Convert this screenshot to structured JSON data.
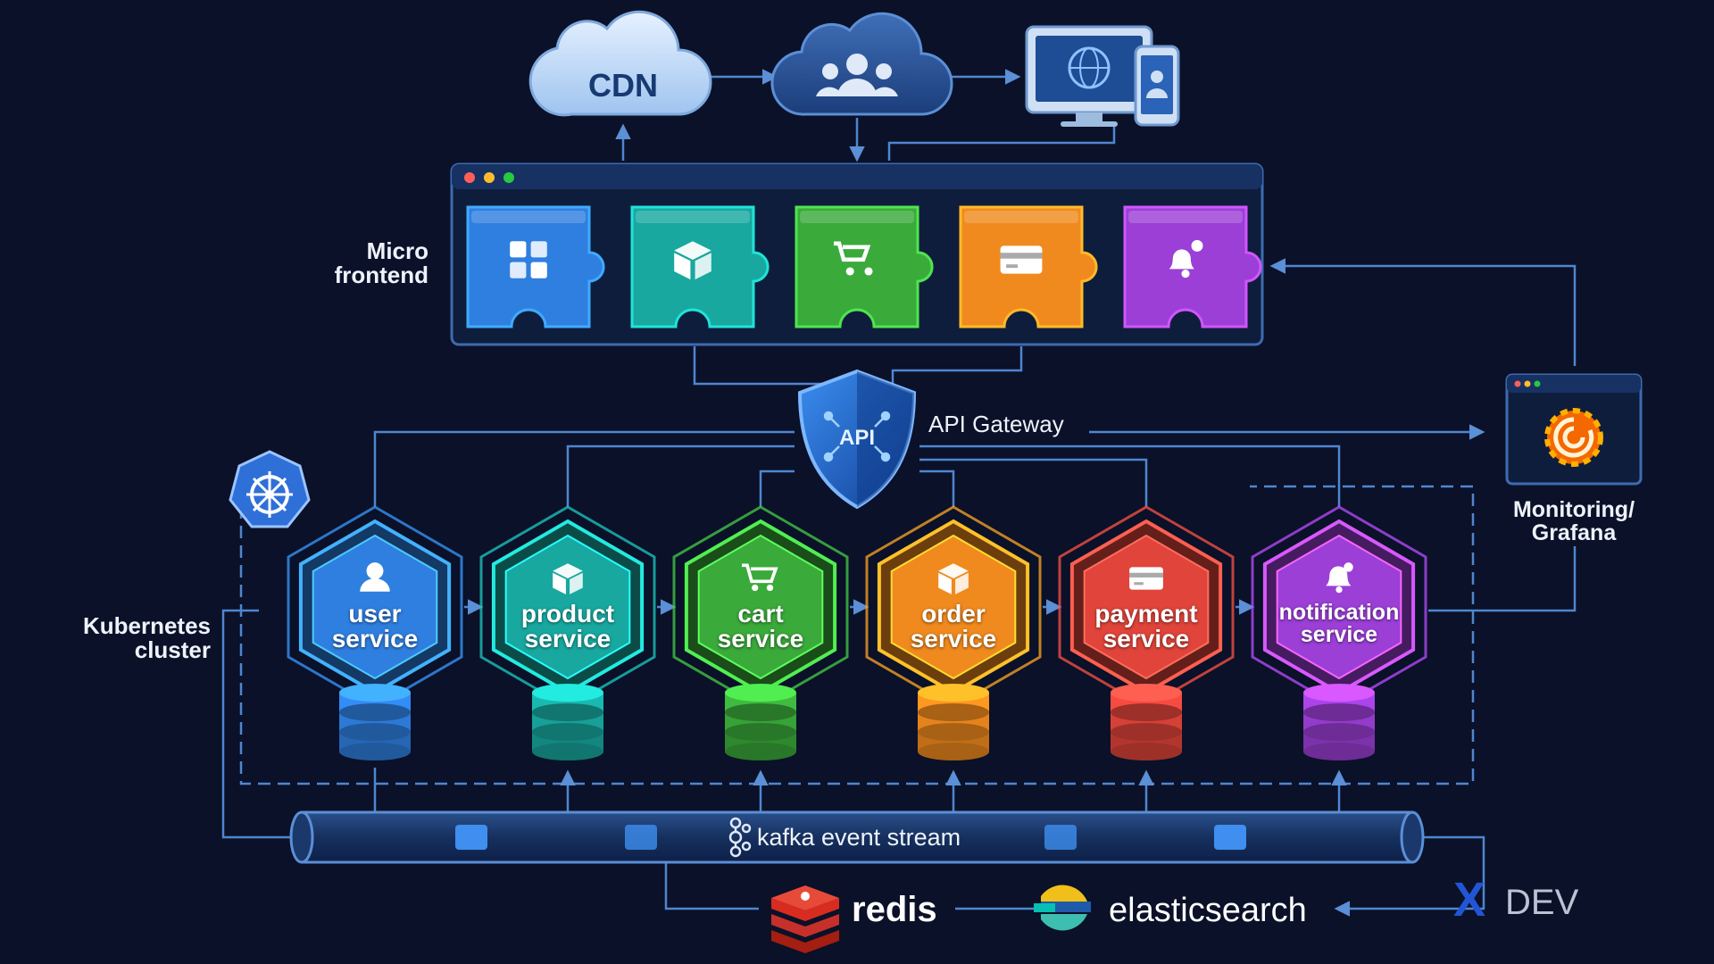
{
  "top": {
    "cdn_label": "CDN"
  },
  "micro_frontend": {
    "label_line1": "Micro",
    "label_line2": "frontend",
    "pieces": [
      {
        "icon": "puzzle-icon",
        "color": "#2f7fe0"
      },
      {
        "icon": "box-icon",
        "color": "#18a8a0"
      },
      {
        "icon": "cart-icon",
        "color": "#3aaa3a"
      },
      {
        "icon": "credit-card-icon",
        "color": "#f08a1e"
      },
      {
        "icon": "bell-icon",
        "color": "#9b3fd6"
      }
    ]
  },
  "gateway": {
    "shield_text": "API",
    "label": "API Gateway"
  },
  "kubernetes": {
    "label_line1": "Kubernetes",
    "label_line2": "cluster",
    "icon": "kubernetes-wheel-icon"
  },
  "services": [
    {
      "line1": "user",
      "line2": "service",
      "icon": "user-icon",
      "color": "#2f7fe0"
    },
    {
      "line1": "product",
      "line2": "service",
      "icon": "box-icon",
      "color": "#18a8a0"
    },
    {
      "line1": "cart",
      "line2": "service",
      "icon": "cart-icon",
      "color": "#3aaa3a"
    },
    {
      "line1": "order",
      "line2": "service",
      "icon": "box-icon",
      "color": "#f08a1e"
    },
    {
      "line1": "payment",
      "line2": "service",
      "icon": "credit-card-icon",
      "color": "#e0443a"
    },
    {
      "line1": "notification",
      "line2": "service",
      "icon": "bell-icon",
      "color": "#9b3fd6"
    }
  ],
  "monitoring": {
    "label_line1": "Monitoring/",
    "label_line2": "Grafana",
    "icon": "grafana-icon"
  },
  "kafka": {
    "label": "kafka event stream",
    "icon": "kafka-icon"
  },
  "bottom": {
    "redis": "redis",
    "elasticsearch": "elasticsearch"
  },
  "watermark": {
    "mark": "X",
    "text": "DEV"
  }
}
